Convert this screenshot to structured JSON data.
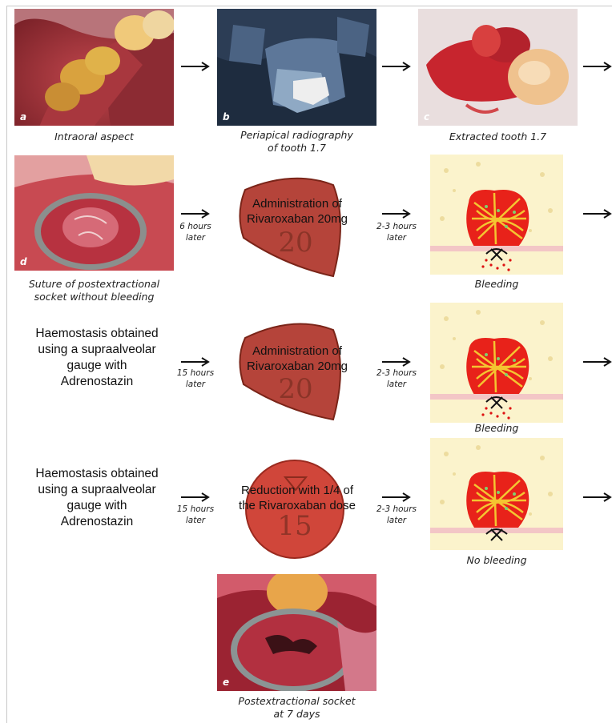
{
  "row1": {
    "a": {
      "letter": "a",
      "caption": "Intraoral aspect"
    },
    "b": {
      "letter": "b",
      "caption": "Periapical radiography\nof tooth 1.7"
    },
    "c": {
      "letter": "c",
      "caption": "Extracted tooth 1.7"
    }
  },
  "row2": {
    "d": {
      "letter": "d",
      "caption": "Suture of postextractional\nsocket without bleeding"
    },
    "time1": "6 hours\nlater",
    "drug": "Administration of\nRivaroxaban 20mg",
    "pill_number": "20",
    "time2": "2-3 hours\nlater",
    "result": "Bleeding"
  },
  "row3": {
    "note": "Haemostasis obtained\nusing a supraalveolar\ngauge with\nAdrenostazin",
    "time1": "15 hours\nlater",
    "drug": "Administration of\nRivaroxaban 20mg",
    "pill_number": "20",
    "time2": "2-3 hours\nlater",
    "result": "Bleeding"
  },
  "row4": {
    "note": "Haemostasis obtained\nusing a supraalveolar\ngauge with\nAdrenostazin",
    "time1": "15 hours\nlater",
    "drug": "Reduction with 1/4 of\nthe Rivaroxaban dose",
    "pill_number": "15",
    "time2": "2-3 hours\nlater",
    "result": "No bleeding"
  },
  "row5": {
    "e": {
      "letter": "e",
      "caption": "Postextractional socket\nat 7 days"
    }
  },
  "colors": {
    "pill": "#b5443a",
    "pill_dark": "#7a2418",
    "clot": "#e8221a",
    "fibrin": "#f4c531",
    "bone": "#fbf3cc"
  }
}
